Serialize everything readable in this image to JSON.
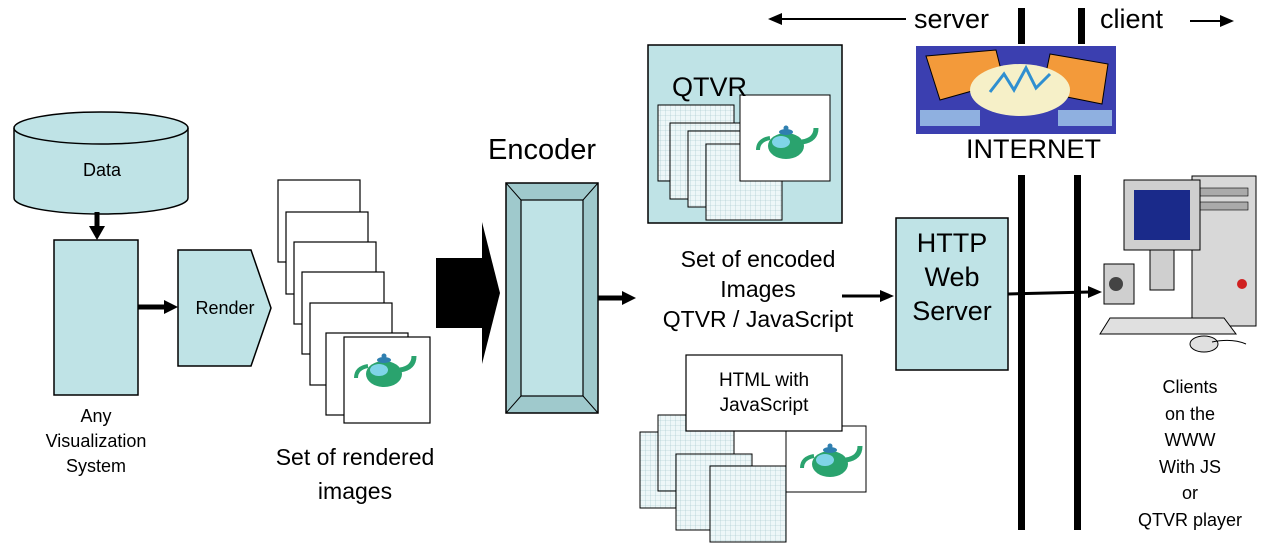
{
  "labels": {
    "data": "Data",
    "render": "Render",
    "any_vis_line1": "Any",
    "any_vis_line2": "Visualization",
    "any_vis_line3": "System",
    "rendered_line1": "Set of rendered",
    "rendered_line2": "images",
    "encoder": "Encoder",
    "qtvr": "QTVR",
    "encoded_line1": "Set of encoded",
    "encoded_line2": "Images",
    "encoded_line3": "QTVR / JavaScript",
    "html_js_line1": "HTML with",
    "html_js_line2": "JavaScript",
    "http_line1": "HTTP",
    "http_line2": "Web",
    "http_line3": "Server",
    "server": "server",
    "client": "client",
    "internet": "INTERNET",
    "clients_line1": "Clients",
    "clients_line2": "on the",
    "clients_line3": "WWW",
    "clients_line4": "With JS",
    "clients_line5": "or",
    "clients_line6": "QTVR player"
  },
  "colors": {
    "box_fill": "#bfe3e6",
    "qtvr_panel": "#bfe3e6",
    "grid_page": "#e6f2f4",
    "arrow": "#000000",
    "teapot": "#2aa36e"
  },
  "icons": {
    "teapot": "teapot-icon",
    "internet": "internet-clipart-icon",
    "computer": "desktop-computer-icon"
  }
}
